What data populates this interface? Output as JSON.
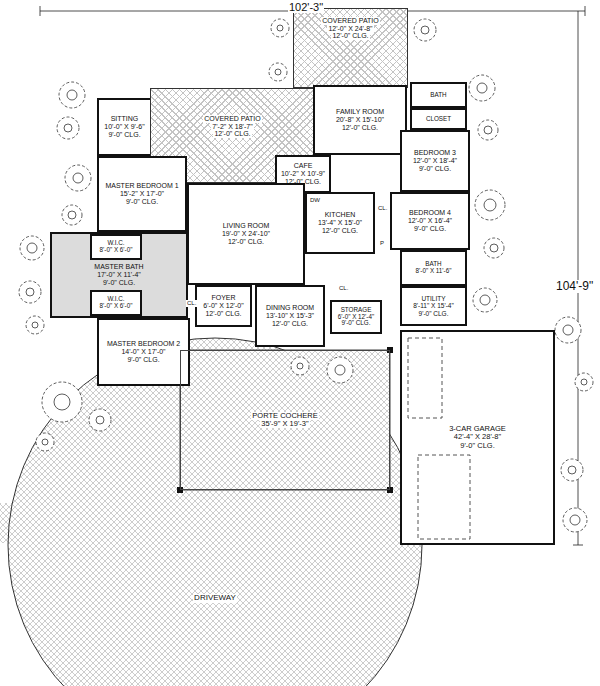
{
  "diagram": {
    "nodes": [
      {
        "text": [
          "COVERED PATIO",
          "12'-0\" X 24'-8\"",
          "12'-0\" CLG."
        ]
      },
      {
        "text": [
          "SITTING",
          "10'-0\" X 9'-6\"",
          "9'-0\" CLG."
        ]
      },
      {
        "text": [
          "COVERED PATIO",
          "7'-2\" X 18'-7\"",
          "12'-0\" CLG."
        ]
      },
      {
        "text": [
          "FAMILY ROOM",
          "20'-8\" X 15'-10\"",
          "12'-0\" CLG."
        ]
      },
      {
        "text": [
          "BATH"
        ]
      },
      {
        "text": [
          "CLOSET"
        ]
      },
      {
        "text": [
          "BEDROOM 3",
          "12'-0\" X 18'-4\"",
          "9'-0\" CLG."
        ]
      },
      {
        "text": [
          "CAFE",
          "10'-2\" X 10'-9\"",
          "12'-0\" CLG."
        ]
      },
      {
        "text": [
          "MASTER BEDROOM 1",
          "15'-2\" X 17'-0\"",
          "9'-0\" CLG."
        ]
      },
      {
        "text": [
          "KITCHEN",
          "13'-4\" X 15'-0\"",
          "12'-0\" CLG."
        ]
      },
      {
        "text": [
          "BEDROOM 4",
          "12'-0\" X 16'-4\"",
          "9'-0\" CLG."
        ]
      },
      {
        "text": [
          "LIVING ROOM",
          "19'-0\" X 24'-10\"",
          "12'-0\" CLG."
        ]
      },
      {
        "text": [
          "MASTER BATH",
          "17'-0\" X 11'-4\"",
          "9'-0\" CLG."
        ]
      },
      {
        "text": [
          "W.I.C.",
          "8'-0\" X 6'-0\""
        ],
        "in": 12
      },
      {
        "text": [
          "W.I.C.",
          "8'-0\" X 6'-0\""
        ],
        "in": 12
      },
      {
        "text": [
          "BATH",
          "8'-0\" X 11'-6\""
        ]
      },
      {
        "text": [
          "FOYER",
          "6'-0\" X 12'-0\"",
          "12'-0\" CLG."
        ]
      },
      {
        "text": [
          "DINING ROOM",
          "13'-10\" X 15'-3\"",
          "12'-0\" CLG."
        ]
      },
      {
        "text": [
          "UTILITY",
          "8'-11\" X 15'-4\"",
          "9'-0\" CLG."
        ]
      },
      {
        "text": [
          "STORAGE",
          "6'-0\" X 12'-4\"",
          "9'-0\" CLG."
        ]
      },
      {
        "text": [
          "MASTER BEDROOM 2",
          "14'-0\" X 17'-0\"",
          "9'-0\" CLG."
        ]
      },
      {
        "text": [
          "PORTE COCHERE",
          "35'-9\" X 19'-3\""
        ]
      },
      {
        "text": [
          "3-CAR GARAGE",
          "42'-4\" X 28'-8\"",
          "9'-0\" CLG."
        ]
      },
      {
        "text": [
          "DRIVEWAY"
        ]
      }
    ],
    "labels": [
      "102'-3\"",
      "104'-9\"",
      "CL.",
      "CL.",
      "CL.",
      "P",
      "DW"
    ]
  }
}
